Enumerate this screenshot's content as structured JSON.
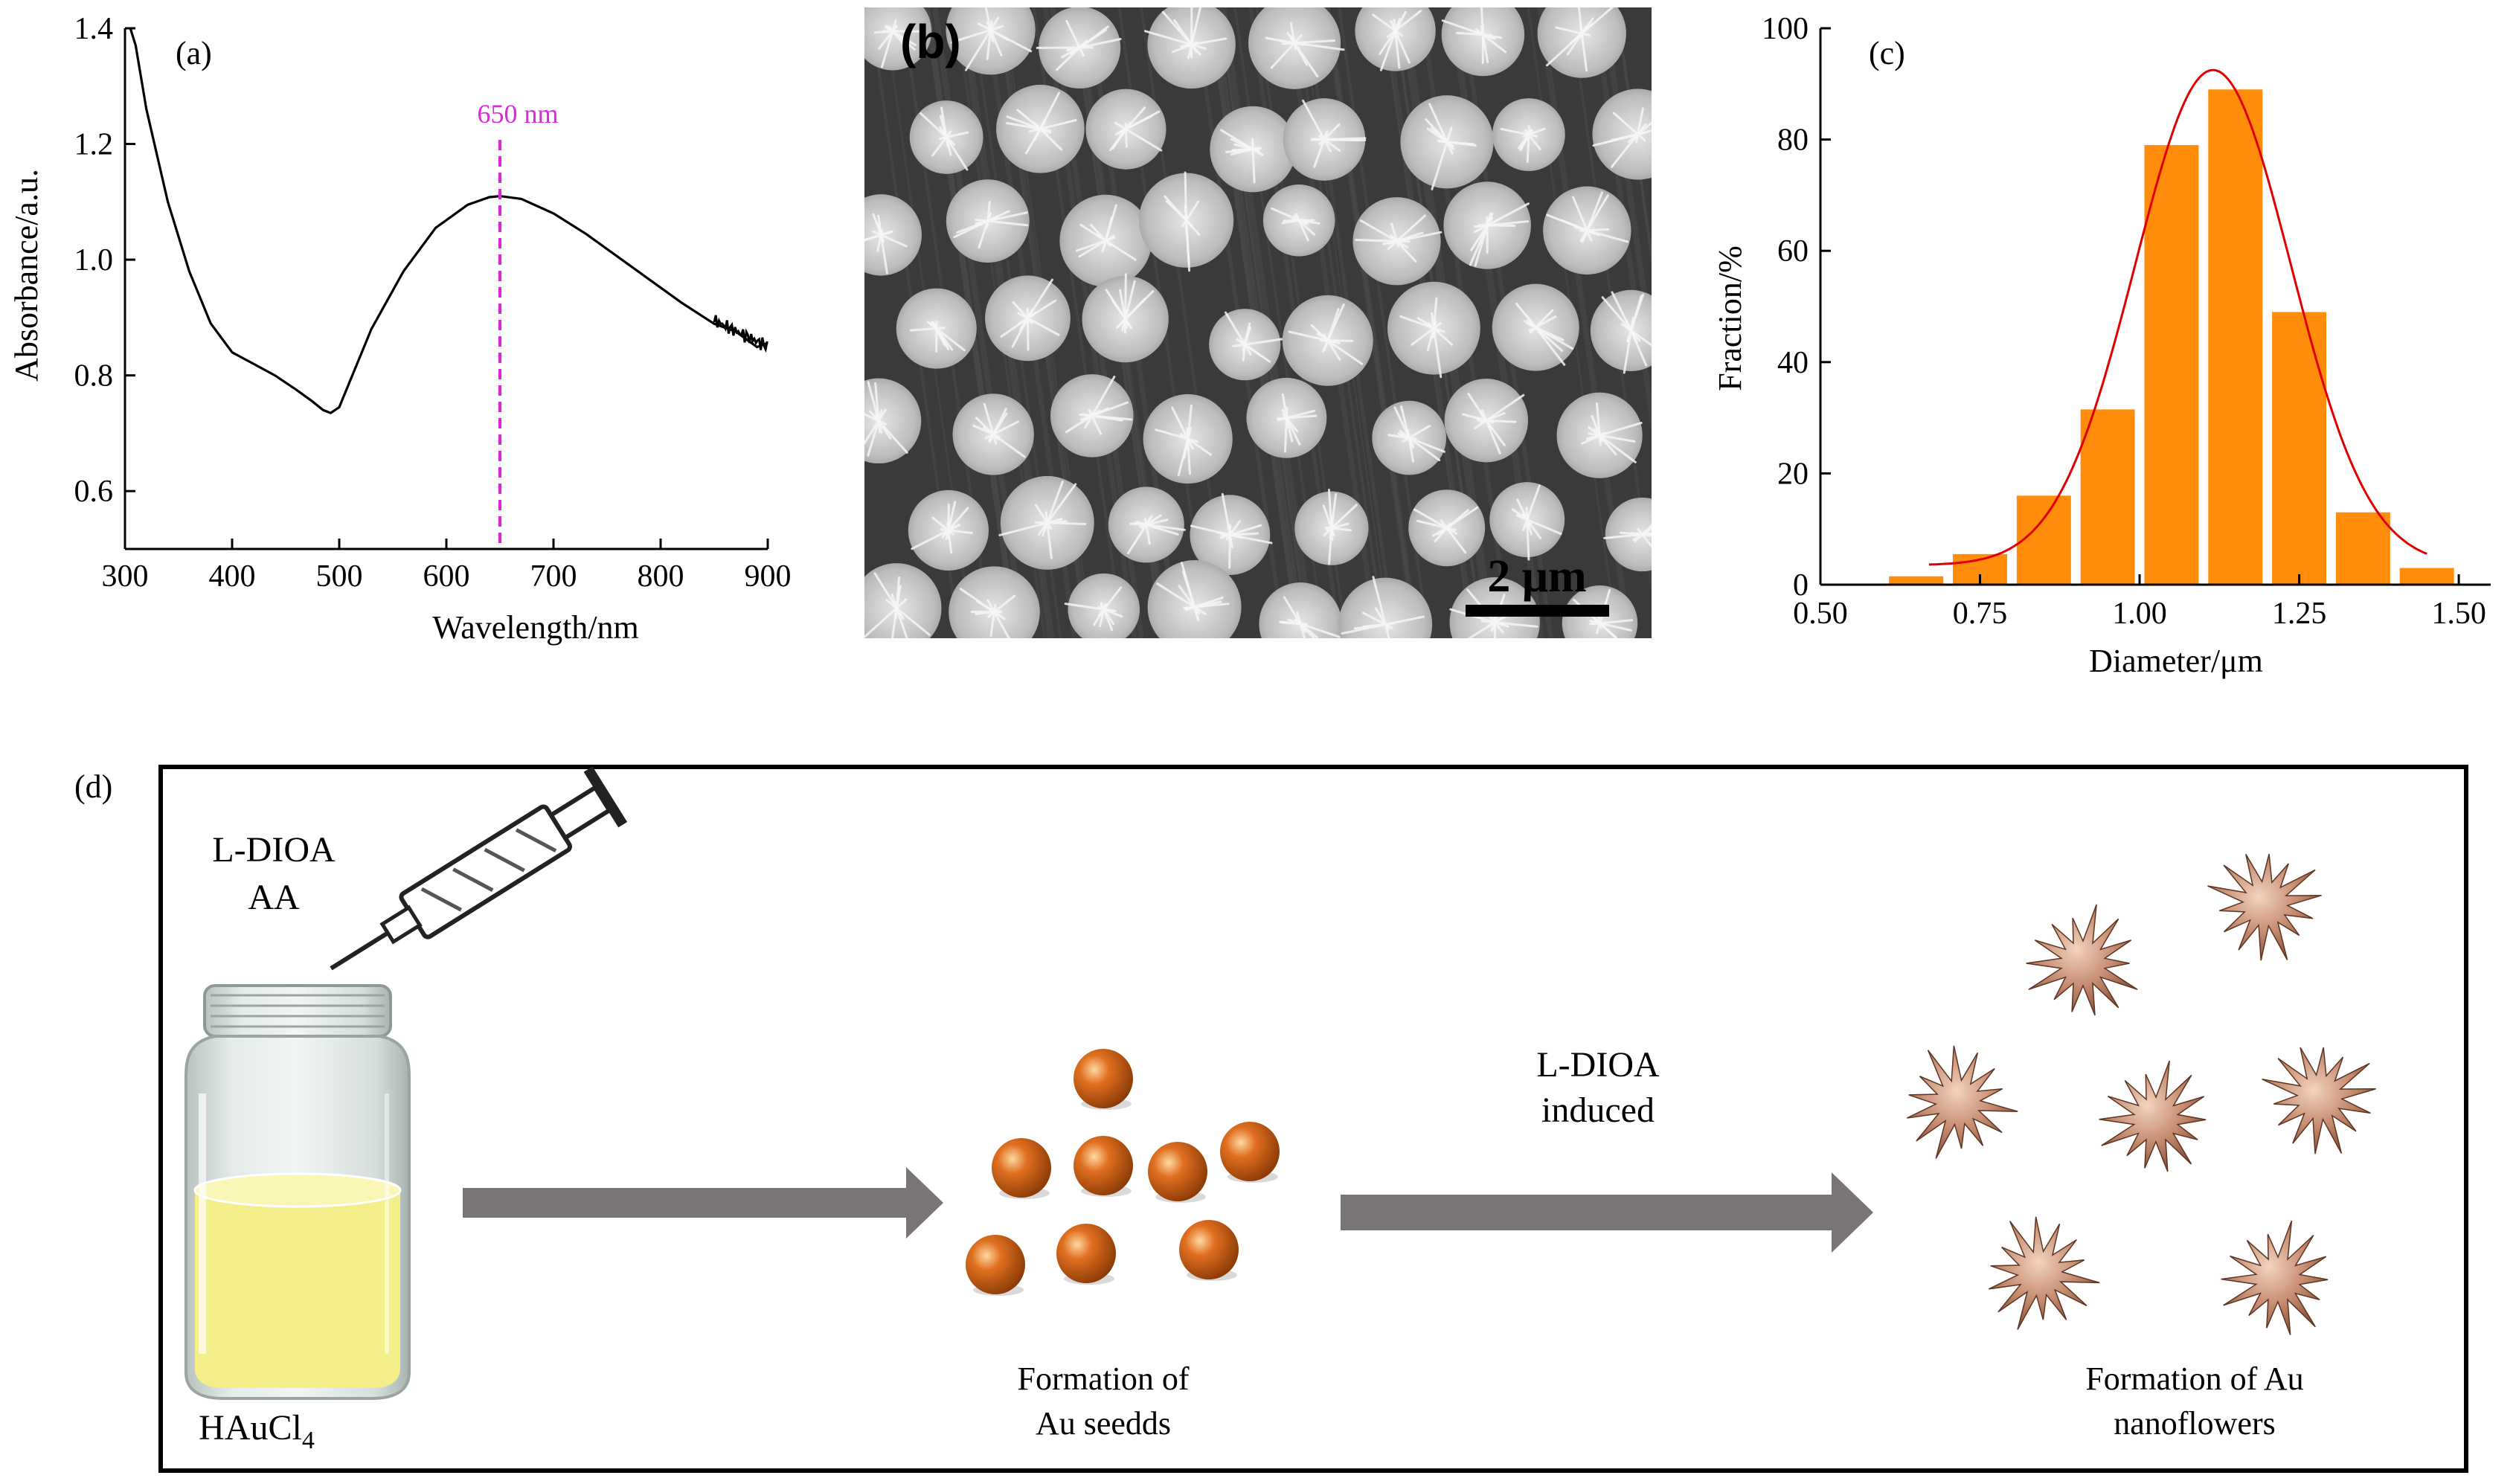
{
  "panels": {
    "a": {
      "label": "(a)"
    },
    "b": {
      "label": "(b)",
      "scale_bar": "2 μm"
    },
    "c": {
      "label": "(c)"
    },
    "d": {
      "label": "(d)",
      "reagents": [
        "L-DIOA",
        "AA"
      ],
      "vial_label": "HAuCl",
      "vial_label_sub": "4",
      "seeds_caption": [
        "Formation of",
        "Au seedds"
      ],
      "arrow2_label": [
        "L-DIOA",
        "induced"
      ],
      "flowers_caption": [
        "Formation of Au",
        "nanoflowers"
      ],
      "colors": {
        "arrow": "#787574",
        "solution": "#f4ef8a",
        "seed": "#c8580e",
        "flower": "#b9826a"
      }
    }
  },
  "chart_data": [
    {
      "type": "line",
      "panel": "a",
      "xlabel": "Wavelength/nm",
      "ylabel": "Absorbance/a.u.",
      "xlim": [
        300,
        900
      ],
      "ylim": [
        0.5,
        1.4
      ],
      "xticks": [
        "300",
        "400",
        "500",
        "600",
        "700",
        "800",
        "900"
      ],
      "yticks": [
        "0.6",
        "0.8",
        "1.0",
        "1.2",
        "1.4"
      ],
      "series": [
        {
          "x": [
            305,
            310,
            320,
            340,
            360,
            380,
            400,
            420,
            440,
            460,
            475,
            485,
            492,
            500,
            510,
            530,
            560,
            590,
            620,
            640,
            650,
            670,
            700,
            730,
            760,
            790,
            820,
            850,
            870,
            890,
            900
          ],
          "y": [
            1.4,
            1.37,
            1.26,
            1.1,
            0.98,
            0.89,
            0.84,
            0.82,
            0.8,
            0.775,
            0.755,
            0.74,
            0.735,
            0.745,
            0.79,
            0.88,
            0.98,
            1.055,
            1.095,
            1.108,
            1.11,
            1.105,
            1.08,
            1.045,
            1.005,
            0.965,
            0.925,
            0.895,
            0.87,
            0.855,
            0.85
          ],
          "color": "#000000"
        }
      ],
      "annotations": [
        {
          "text": "650 nm",
          "x": 650,
          "color": "#e024e0"
        }
      ],
      "grid": false
    },
    {
      "type": "bar",
      "panel": "c",
      "xlabel": "Diameter/μm",
      "ylabel": "Fraction/%",
      "xlim": [
        0.5,
        1.55
      ],
      "ylim": [
        0,
        100
      ],
      "xticks": [
        "0.50",
        "0.75",
        "1.00",
        "1.25",
        "1.50"
      ],
      "yticks": [
        "0",
        "20",
        "40",
        "60",
        "80",
        "100"
      ],
      "bar_centers": [
        0.65,
        0.75,
        0.85,
        0.95,
        1.05,
        1.15,
        1.25,
        1.35,
        1.45
      ],
      "values": [
        1.5,
        5.5,
        16,
        31.5,
        79,
        89,
        49,
        13,
        3
      ],
      "bar_color": "#ff8c0a",
      "fit": {
        "type": "gaussian",
        "peak": 92.5,
        "center": 1.115,
        "sigma": 0.122,
        "baseline": 3.5,
        "range": [
          0.67,
          1.45
        ],
        "color": "#e00000"
      },
      "grid": false
    }
  ]
}
